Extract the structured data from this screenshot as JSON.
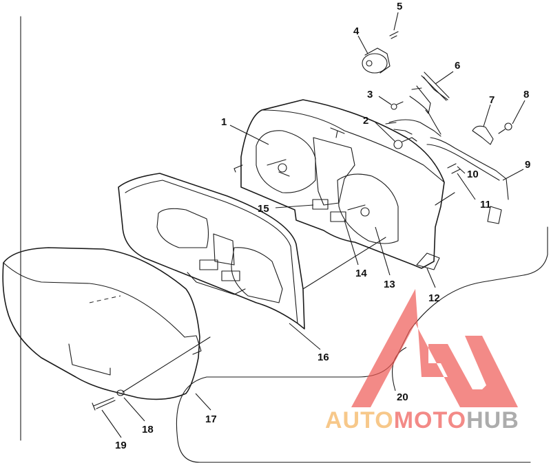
{
  "callouts": {
    "c1": "1",
    "c2": "2",
    "c3": "3",
    "c4": "4",
    "c5": "5",
    "c6": "6",
    "c7": "7",
    "c8": "8",
    "c9": "9",
    "c10": "10",
    "c11": "11",
    "c12": "12",
    "c13": "13",
    "c14": "14",
    "c15": "15",
    "c16": "16",
    "c17": "17",
    "c18": "18",
    "c19": "19",
    "c20": "20"
  },
  "watermark": {
    "part1": "AUTO",
    "part2": "MOTO",
    "part3": "HUB",
    "color_orange": "#f5b15a",
    "color_red": "#ee5a55",
    "color_gray": "#8a8a8a"
  }
}
